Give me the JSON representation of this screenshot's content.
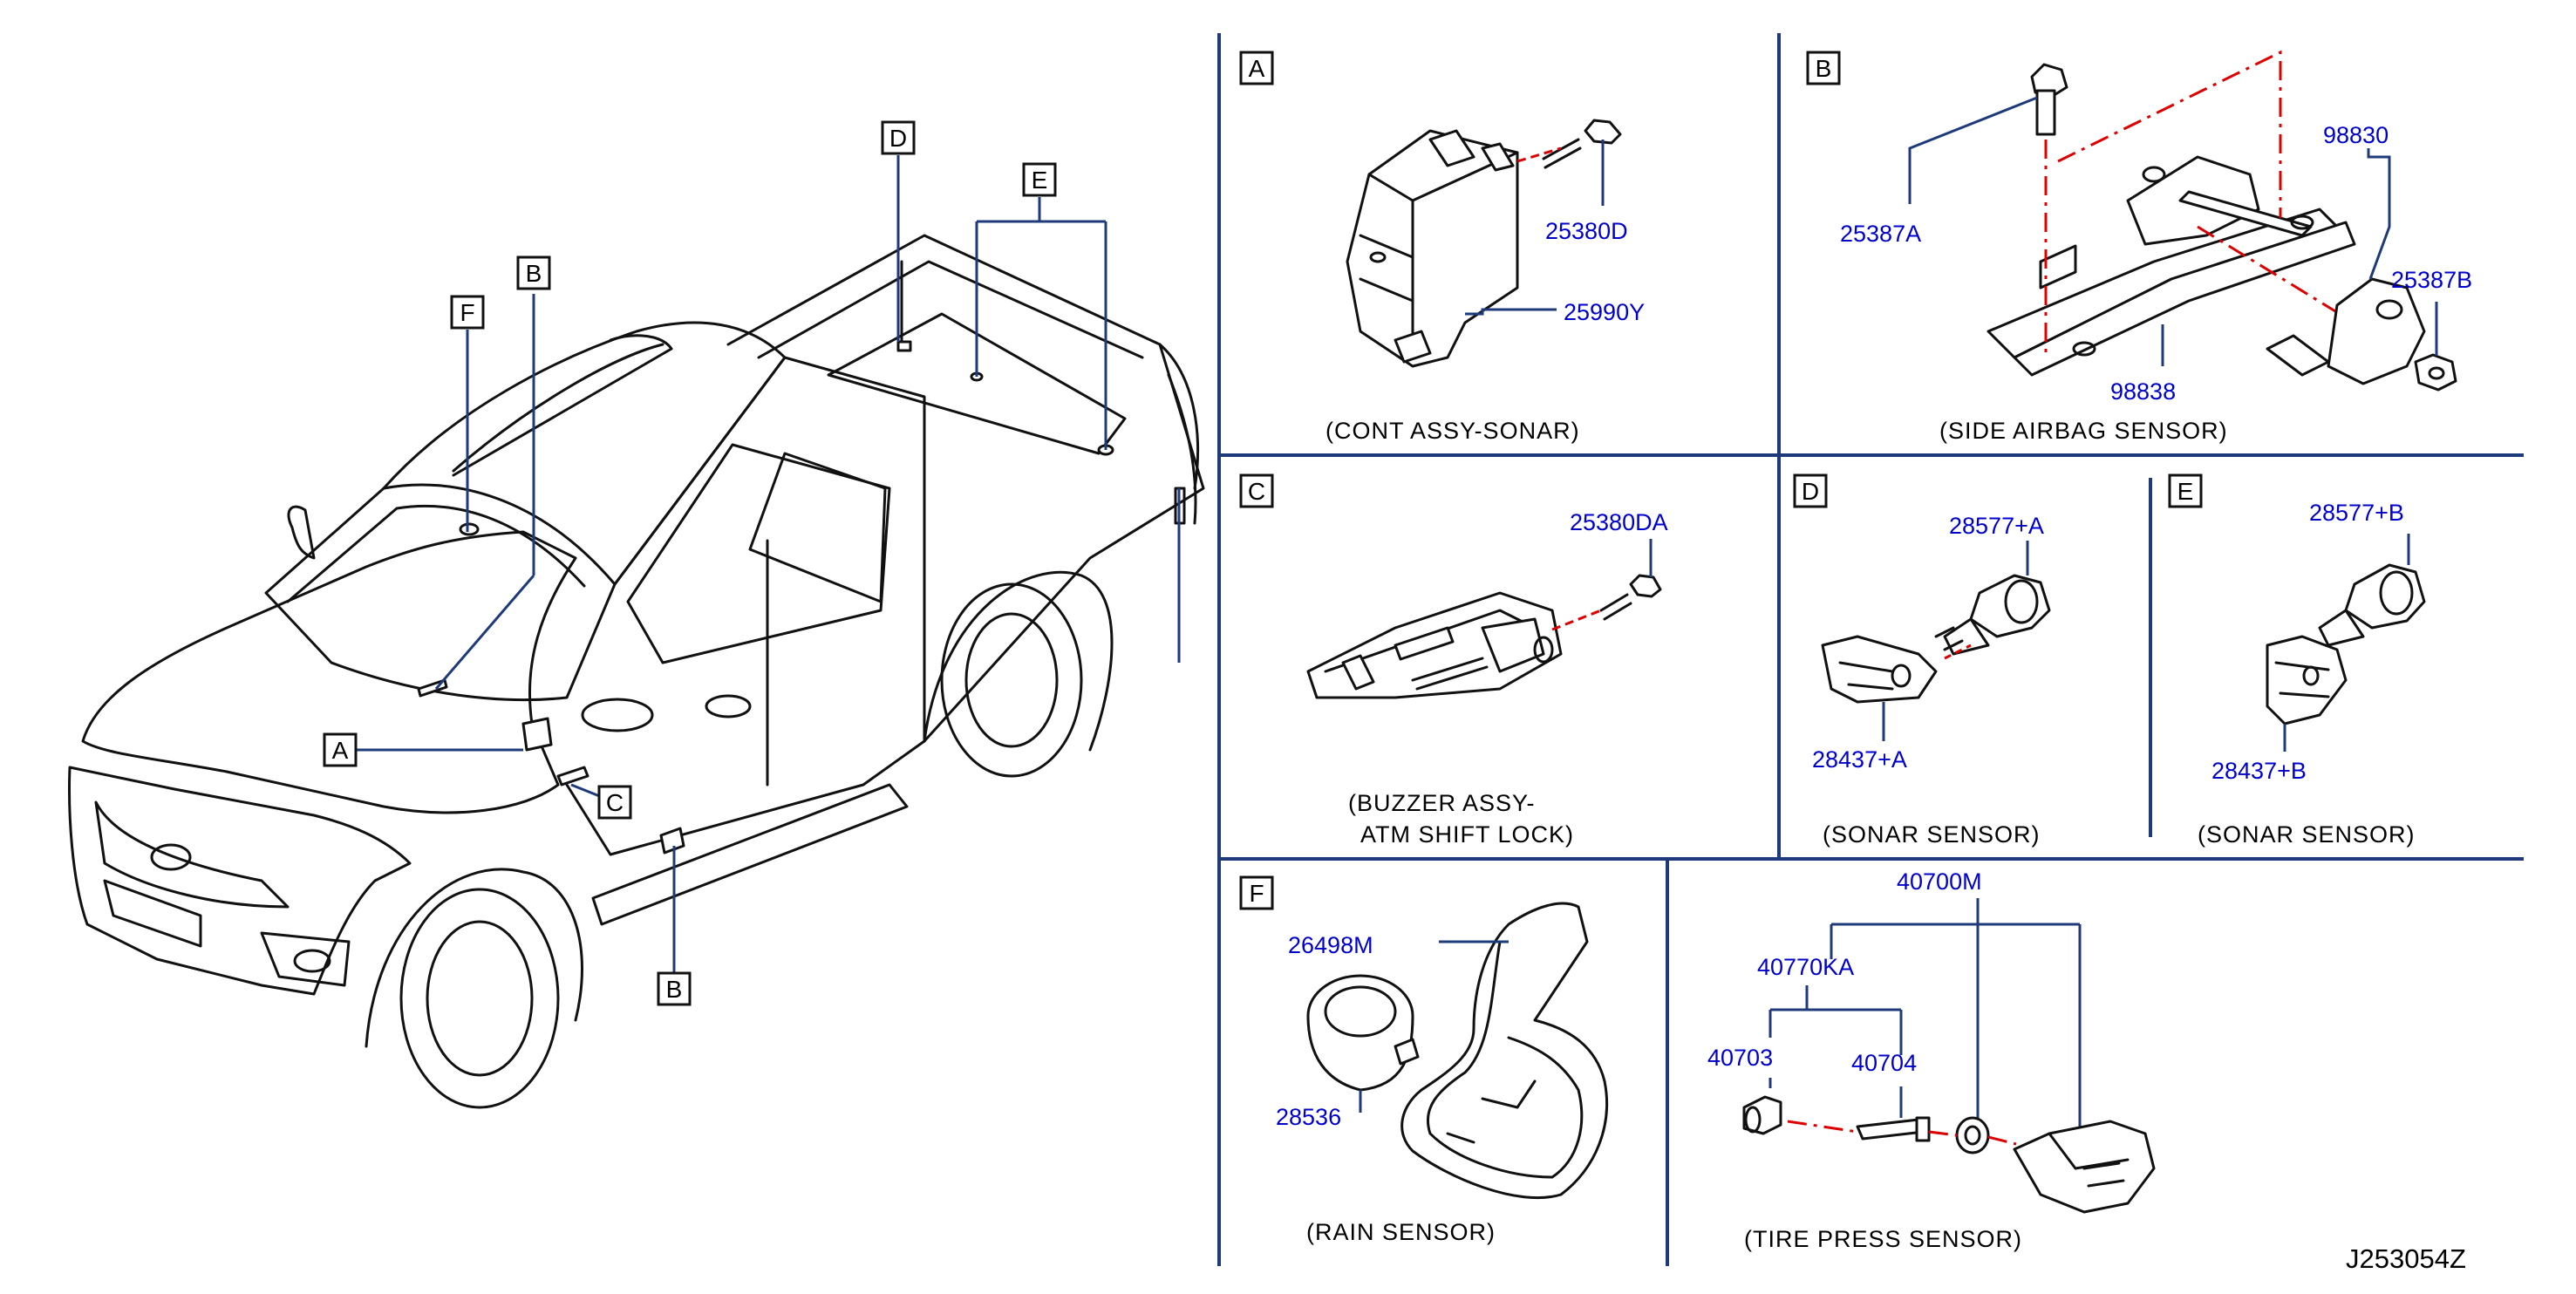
{
  "colors": {
    "leader": "#1f3a7a",
    "partno": "#0000cc",
    "centerline": "#dd0000",
    "line": "#111111"
  },
  "overview": {
    "callouts": {
      "a": "A",
      "b_roof": "B",
      "b_sill": "B",
      "c": "C",
      "d": "D",
      "e": "E",
      "f": "F"
    }
  },
  "panels": {
    "a": {
      "letter": "A",
      "caption": "(CONT   ASSY-SONAR)",
      "parts": {
        "bolt": "25380D",
        "unit": "25990Y"
      }
    },
    "b": {
      "letter": "B",
      "caption": "(SIDE   AIRBAG   SENSOR)",
      "parts": {
        "bolt": "25387A",
        "sensor": "98830",
        "nut": "25387B",
        "bracket": "98838"
      }
    },
    "c": {
      "letter": "C",
      "caption_line1": "(BUZZER   ASSY-",
      "caption_line2": "ATM   SHIFT   LOCK)",
      "parts": {
        "bolt": "25380DA"
      }
    },
    "d": {
      "letter": "D",
      "caption": "(SONAR   SENSOR)",
      "parts": {
        "sensor": "28577+A",
        "bracket": "28437+A"
      }
    },
    "e": {
      "letter": "E",
      "caption": "(SONAR   SENSOR)",
      "parts": {
        "sensor": "28577+B",
        "bracket": "28437+B"
      }
    },
    "f": {
      "letter": "F",
      "caption": "(RAIN   SENSOR)",
      "parts": {
        "cover": "26498M",
        "sensor": "28536"
      }
    },
    "tire": {
      "caption": "(TIRE   PRESS   SENSOR)",
      "parts": {
        "assy": "40700M",
        "kit": "40770KA",
        "cap": "40703",
        "valve": "40704"
      }
    }
  },
  "reference": "J253054Z"
}
